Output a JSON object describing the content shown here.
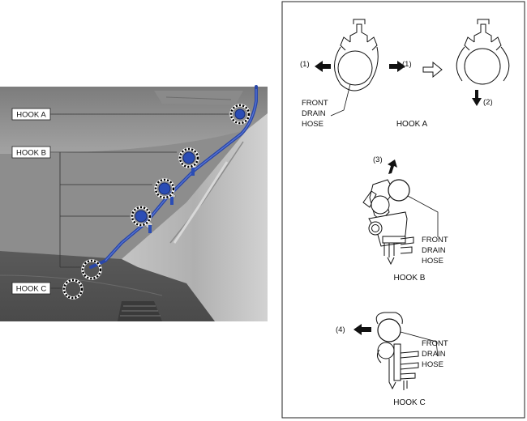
{
  "photo": {
    "labels": {
      "hook_a": "HOOK A",
      "hook_b": "HOOK B",
      "hook_c": "HOOK C"
    },
    "hose_color": "#2a47a8",
    "hook_marker": "dashed-circle"
  },
  "detail_panel": {
    "hook_a": {
      "caption": "HOOK A",
      "step1_label": "(1)",
      "step1_label_right": "(1)",
      "step2_label": "(2)",
      "hose_label": [
        "FRONT",
        "DRAIN",
        "HOSE"
      ]
    },
    "hook_b": {
      "caption": "HOOK B",
      "step3_label": "(3)",
      "hose_label": [
        "FRONT",
        "DRAIN",
        "HOSE"
      ]
    },
    "hook_c": {
      "caption": "HOOK C",
      "step4_label": "(4)",
      "hose_label": [
        "FRONT",
        "DRAIN",
        "HOSE"
      ]
    }
  }
}
